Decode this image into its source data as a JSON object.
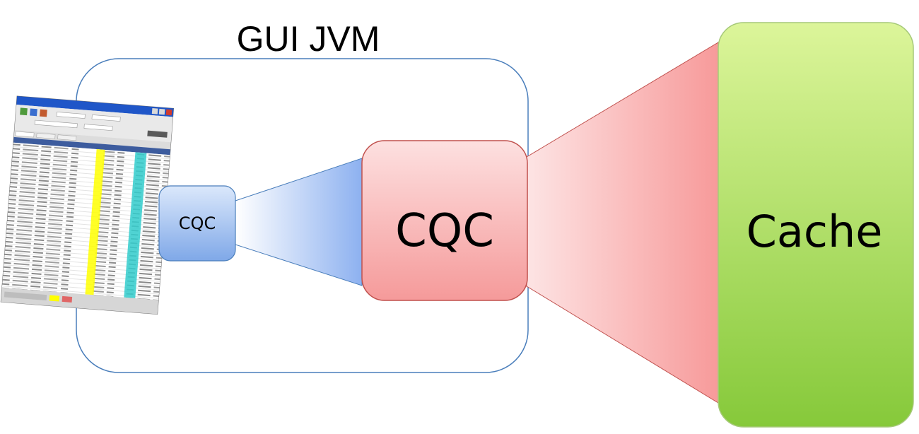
{
  "diagram": {
    "container_title": "GUI JVM",
    "small_node_label": "CQC",
    "large_node_label": "CQC",
    "cache_label": "Cache",
    "screenshot_icon": "spreadsheet-window-thumbnail"
  },
  "colors": {
    "container_border": "#4a7ebb",
    "small_node_fill_top": "#dbe8fb",
    "small_node_fill_bottom": "#7fa8e8",
    "blue_funnel": "#8db1f0",
    "large_node_fill_top": "#fde0e0",
    "large_node_fill_bottom": "#f59a9a",
    "red_funnel": "#f79a9a",
    "red_border": "#c0504d",
    "cache_fill_top": "#dcf59a",
    "cache_fill_bottom": "#86c93a",
    "highlight_yellow": "#ffff00",
    "highlight_cyan": "#33cccc"
  }
}
